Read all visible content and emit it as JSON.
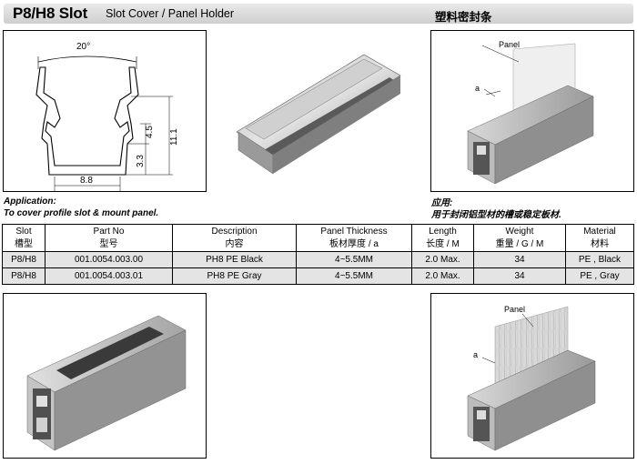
{
  "header": {
    "slot_title": "P8/H8 Slot",
    "sub_title": "Slot Cover / Panel Holder",
    "cn_title": "塑料密封条"
  },
  "drawing": {
    "angle_label": "20°",
    "dim_width": "8.8",
    "dim_height_1": "4.5",
    "dim_height_2": "3.3",
    "dim_height_total": "11.1"
  },
  "illustration": {
    "panel_label_top": "Panel",
    "a_label_top": "a",
    "panel_label_bottom": "Panel",
    "a_label_bottom": "a"
  },
  "application": {
    "label_en": "Application:",
    "text_en": "To cover profile slot & mount panel.",
    "label_cn": "应用:",
    "text_cn": "用于封闭铝型材的槽或稳定板材."
  },
  "table": {
    "headers": [
      {
        "en": "Slot",
        "cn": "槽型"
      },
      {
        "en": "Part No",
        "cn": "型号"
      },
      {
        "en": "Description",
        "cn": "内容"
      },
      {
        "en": "Panel Thickness",
        "cn": "板材厚度 / a"
      },
      {
        "en": "Length",
        "cn": "长度 / M"
      },
      {
        "en": "Weight",
        "cn": "重量 / G / M"
      },
      {
        "en": "Material",
        "cn": "材料"
      }
    ],
    "rows": [
      [
        "P8/H8",
        "001.0054.003.00",
        "PH8 PE Black",
        "4~5.5MM",
        "2.0 Max.",
        "34",
        "PE , Black"
      ],
      [
        "P8/H8",
        "001.0054.003.01",
        "PH8 PE Gray",
        "4~5.5MM",
        "2.0 Max.",
        "34",
        "PE , Gray"
      ]
    ]
  }
}
